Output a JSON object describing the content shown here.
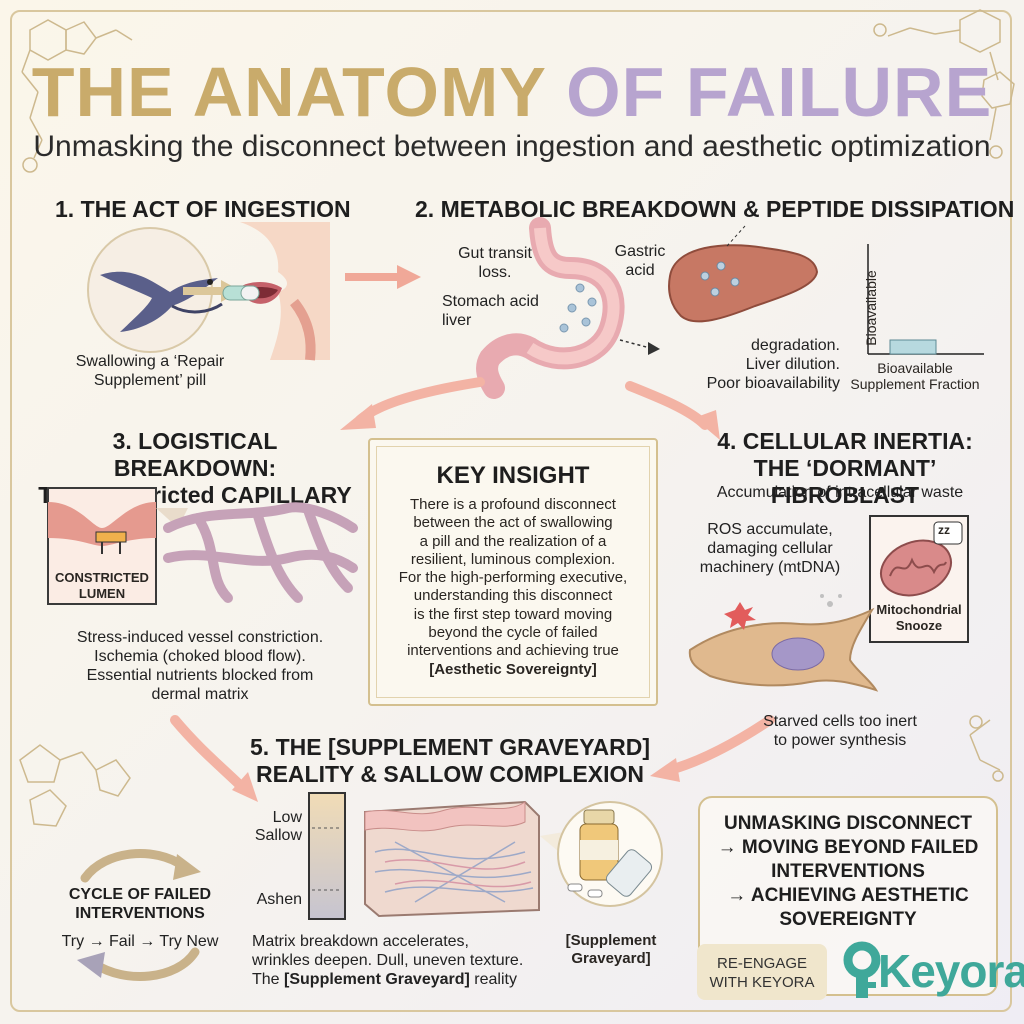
{
  "title": {
    "part1": "THE ANATOMY",
    "part2": "OF FAILURE"
  },
  "subtitle": "Unmasking the disconnect between ingestion and aesthetic optimization",
  "section1": {
    "heading": "1. THE ACT OF INGESTION",
    "caption_line1": "Swallowing a ‘Repair",
    "caption_line2": "Supplement’ pill"
  },
  "section2": {
    "heading": "2. METABOLIC BREAKDOWN & PEPTIDE DISSIPATION",
    "gut_line1": "Gut transit",
    "gut_line2": "loss.",
    "gastric_line1": "Gastric",
    "gastric_line2": "acid",
    "stomach_line1": "Stomach acid",
    "stomach_line2": "liver",
    "liver_line1": "degradation.",
    "liver_line2": "Liver dilution.",
    "liver_line3": "Poor bioavailability",
    "chart_ylabel": "Bioavailable",
    "chart_xlabel_line1": "Bioavailable",
    "chart_xlabel_line2": "Supplement Fraction"
  },
  "section3": {
    "heading_line1": "3. LOGISTICAL BREAKDOWN:",
    "heading_line2": "THE constricted CAPILLARY",
    "badge_line1": "CONSTRICTED",
    "badge_line2": "LUMEN",
    "caption_line1": "Stress-induced vessel constriction.",
    "caption_line2": "Ischemia (choked blood flow).",
    "caption_line3": "Essential nutrients blocked from",
    "caption_line4": "dermal matrix"
  },
  "key_insight": {
    "heading": "KEY INSIGHT",
    "line1": "There is a profound disconnect",
    "line2": "between the act of swallowing",
    "line3": "a pill and the realization of a",
    "line4": "resilient, luminous complexion.",
    "line5": "For the high-performing executive,",
    "line6": "understanding this disconnect",
    "line7": "is the first step toward moving",
    "line8": "beyond the cycle of failed",
    "line9": "interventions and achieving true",
    "line10": "[Aesthetic Sovereignty]"
  },
  "section4": {
    "heading_line1": "4. CELLULAR INERTIA:",
    "heading_line2": "THE ‘DORMANT’ FIBROBLAST",
    "subheading": "Accumulation of intracellular waste",
    "ros_line1": "ROS accumulate,",
    "ros_line2": "damaging cellular",
    "ros_line3": "machinery (mtDNA)",
    "zz": "zz",
    "mito_line1": "Mitochondrial",
    "mito_line2": "Snooze",
    "starved_line1": "Starved cells too inert",
    "starved_line2": "to power synthesis"
  },
  "section5": {
    "heading_line1": "5. THE [SUPPLEMENT GRAVEYARD]",
    "heading_line2": "REALITY & SALLOW COMPLEXION",
    "scale_low": "Low",
    "scale_sallow": "Sallow",
    "scale_ashen": "Ashen",
    "caption_line1": "Matrix breakdown accelerates,",
    "caption_line2": "wrinkles deepen. Dull, uneven texture.",
    "caption_line3_pre": "The ",
    "caption_line3_bold": "[Supplement Graveyard]",
    "caption_line3_post": " reality",
    "graveyard_line1": "[Supplement",
    "graveyard_line2": "Graveyard]"
  },
  "cycle": {
    "heading_line1": "CYCLE OF FAILED",
    "heading_line2": "INTERVENTIONS",
    "steps": "Try → Fail → Try New"
  },
  "summary": {
    "line1": "UNMASKING DISCONNECT",
    "line2": "→ MOVING BEYOND FAILED",
    "line3": "INTERVENTIONS",
    "line4": "→ ACHIEVING AESTHETIC",
    "line5": "SOVEREIGNTY"
  },
  "cta": {
    "line1": "RE-ENGAGE",
    "line2": "WITH KEYORA"
  },
  "brand": {
    "name": "Keyora"
  },
  "colors": {
    "gold": "#c9ab6b",
    "lavender": "#b7a4cf",
    "teal": "#3fa89a",
    "salmon": "#f0a898"
  }
}
